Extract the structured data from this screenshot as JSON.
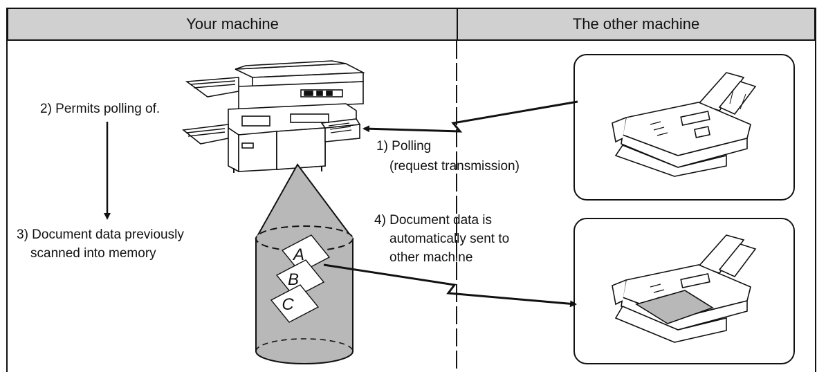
{
  "header": {
    "left_title": "Your machine",
    "right_title": "The other machine"
  },
  "labels": {
    "permits_polling": "2) Permits polling of.",
    "polling": "1) Polling",
    "request_transmission": "(request transmission)",
    "doc_data_line1": "3) Document data previously",
    "doc_data_line2": "scanned into memory",
    "auto_sent_line1": "4) Document data is",
    "auto_sent_line2": "automatically sent to",
    "auto_sent_line3": "other machine"
  },
  "memory_letters": [
    "A",
    "B",
    "C"
  ],
  "colors": {
    "header_bg": "#d0d0d0",
    "memory_fill": "#b8b8b8",
    "line": "#111111"
  }
}
